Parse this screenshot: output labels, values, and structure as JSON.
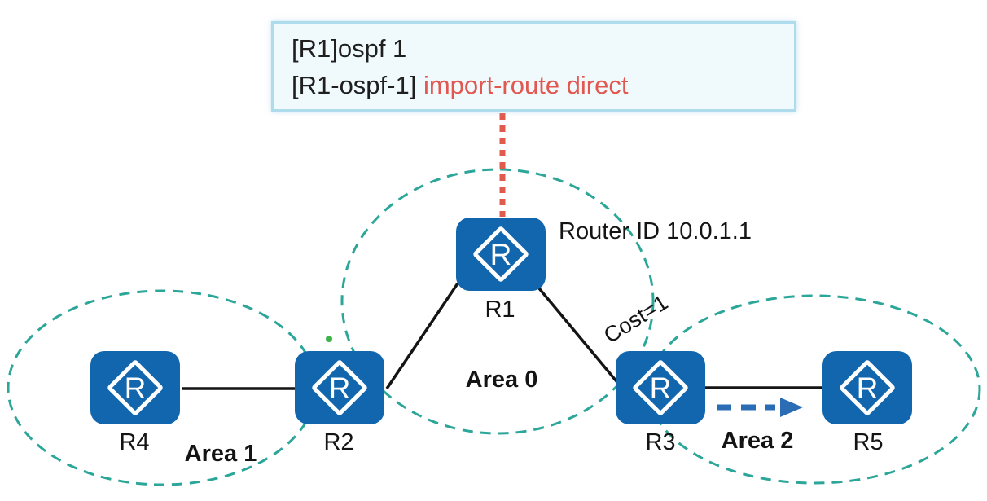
{
  "diagram": {
    "config_box": {
      "line1": "[R1]ospf 1",
      "line2_prefix": "[R1-ospf-1] ",
      "line2_command": "import-route direct"
    },
    "router_glyph": "R",
    "routers": {
      "r1": "R1",
      "r2": "R2",
      "r3": "R3",
      "r4": "R4",
      "r5": "R5"
    },
    "areas": {
      "area0": "Area 0",
      "area1": "Area 1",
      "area2": "Area 2"
    },
    "annotations": {
      "router_id": "Router ID 10.0.1.1",
      "cost": "Cost=1"
    },
    "colors": {
      "router_fill": "#1266ad",
      "area_dash": "#2ba699",
      "config_dotted_link": "#e2594e",
      "command_highlight": "#e2574f",
      "traffic_arrow": "#2a6db4",
      "link_line": "#141414",
      "config_box_border": "#aedcec",
      "config_box_bg": "#f0fafd",
      "stray_dot_green": "#3db54a"
    }
  }
}
